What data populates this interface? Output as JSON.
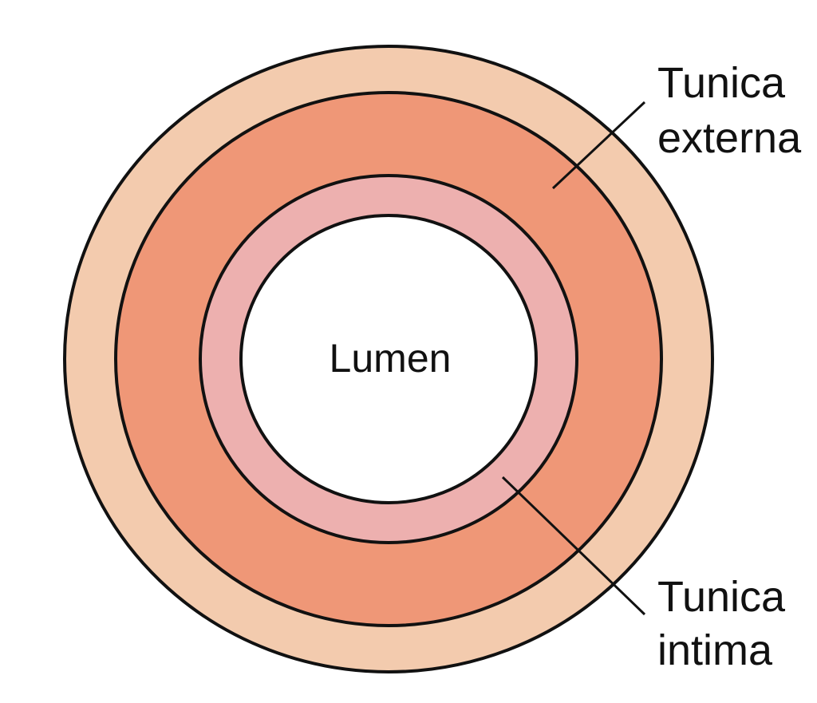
{
  "labels": {
    "lumen": "Lumen",
    "tunica_externa_line1": "Tunica",
    "tunica_externa_line2": "externa",
    "tunica_intima_line1": "Tunica",
    "tunica_intima_line2": "intima"
  },
  "colors": {
    "outer_layer": "#F3CBAE",
    "middle_layer": "#EF9777",
    "inner_layer": "#EDB0AF",
    "lumen": "#FFFFFF",
    "outline": "#111111"
  }
}
